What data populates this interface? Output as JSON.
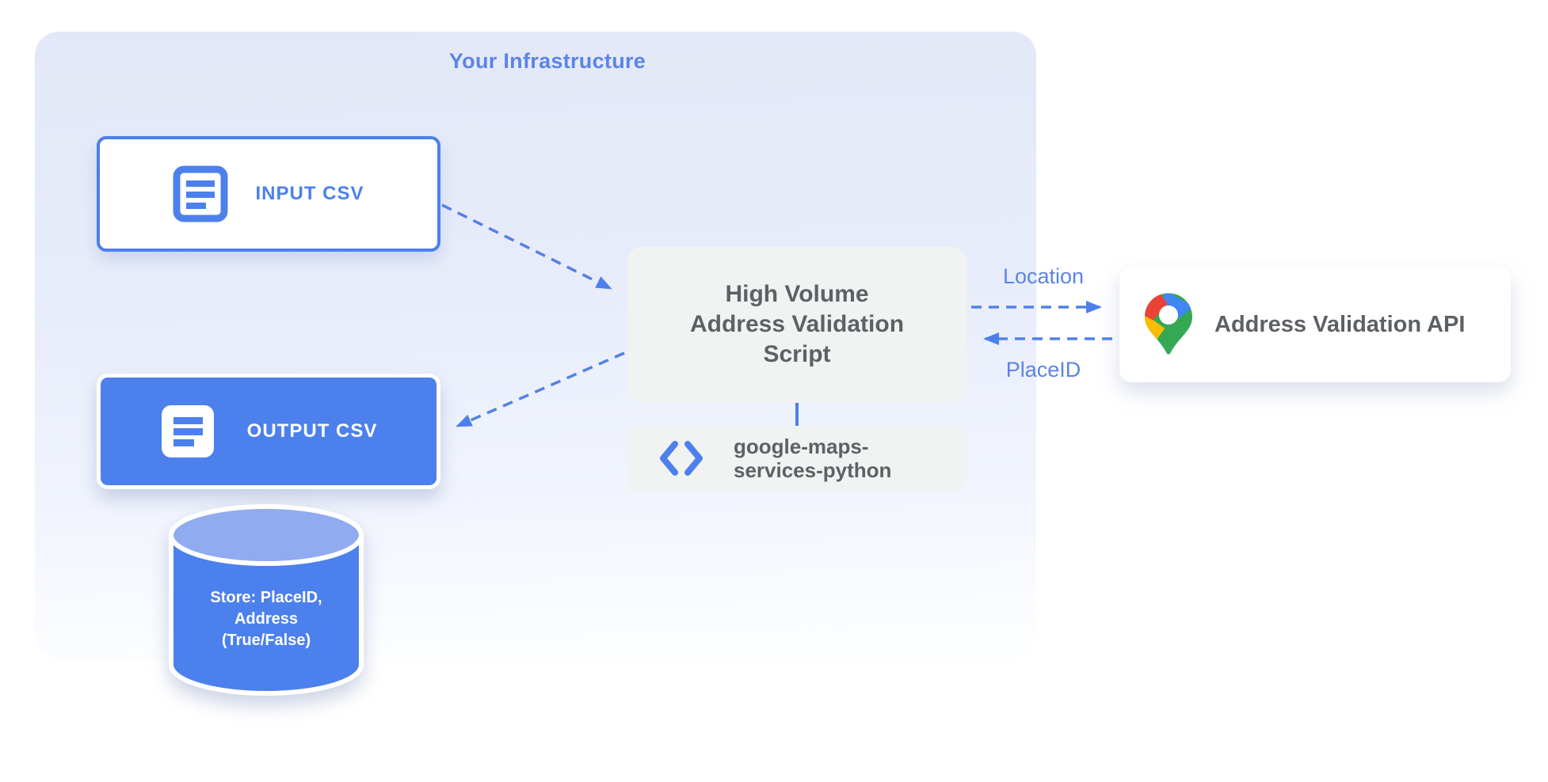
{
  "diagram": {
    "title": "Your Infrastructure",
    "nodes": {
      "input_csv": {
        "label": "INPUT CSV",
        "icon": "document-icon"
      },
      "output_csv": {
        "label": "OUTPUT CSV",
        "icon": "document-icon"
      },
      "datastore": {
        "line1": "Store: PlaceID,",
        "line2": "Address",
        "line3": "(True/False)",
        "shape": "database-cylinder"
      },
      "script": {
        "line1": "High Volume",
        "line2": "Address Validation",
        "line3": "Script"
      },
      "library": {
        "line1": "google-maps-",
        "line2": "services-python",
        "icon": "code-icon"
      },
      "api": {
        "label": "Address Validation API",
        "icon": "google-maps-pin-icon"
      }
    },
    "edges": {
      "location_label": "Location",
      "placeid_label": "PlaceID",
      "style": "dashed-arrows"
    },
    "colors": {
      "accent_blue": "#4c80ec",
      "label_blue": "#5b84e8",
      "text_gray": "#5d6165",
      "node_gray": "#f1f2f2",
      "infra_bg_top": "#e3e8f8",
      "infra_bg_bottom": "#fdfeff",
      "cylinder_top": "#90abf0",
      "pin_blue": "#4285F4",
      "pin_red": "#EA4335",
      "pin_yellow": "#FBBC04",
      "pin_green": "#34A853"
    }
  }
}
